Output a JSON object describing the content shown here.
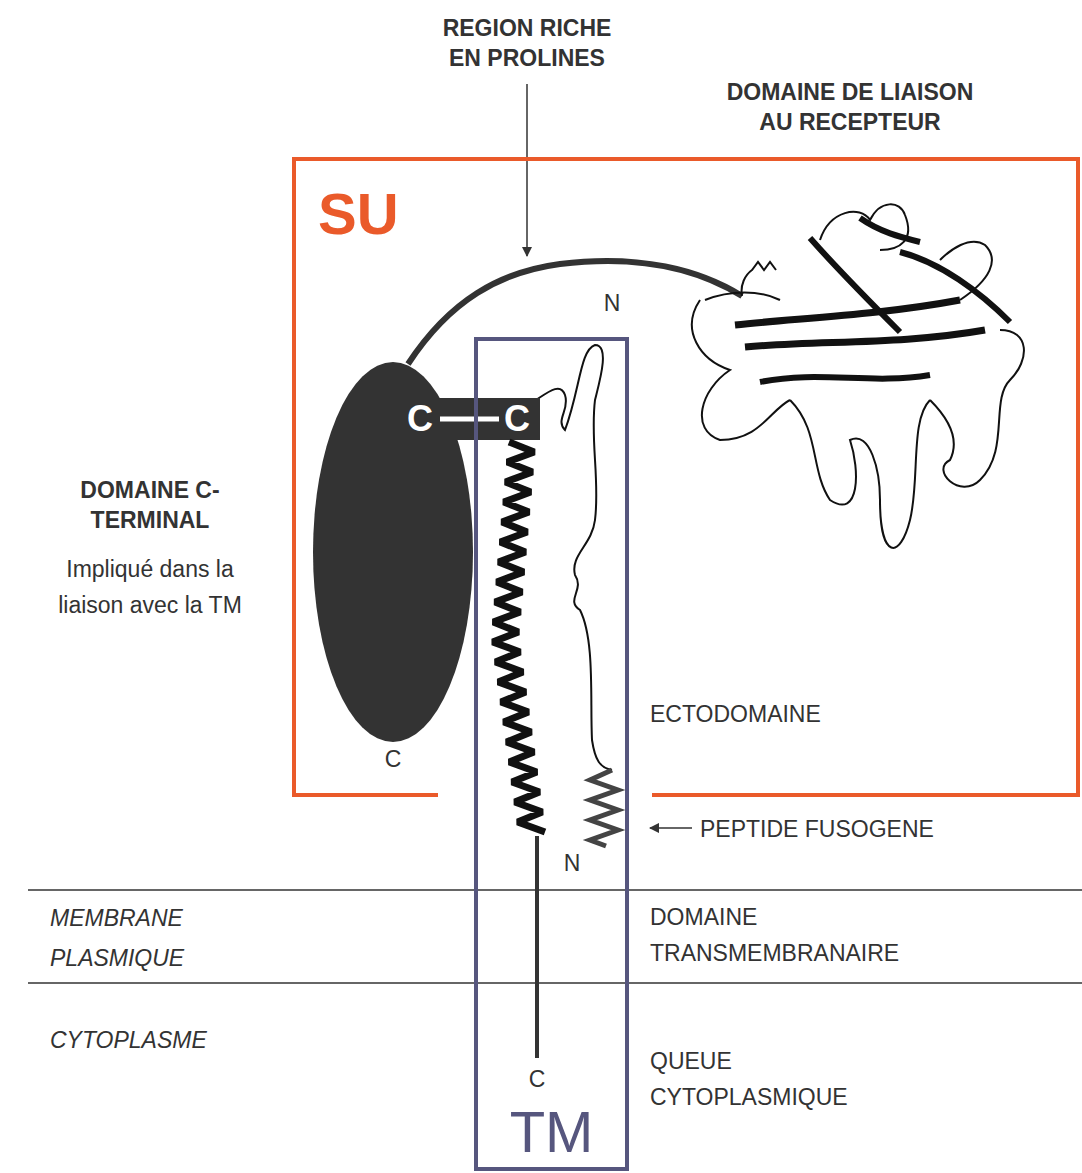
{
  "diagram": {
    "nodes": [
      {
        "text": [
          "SU"
        ]
      },
      {
        "text": [
          "TM"
        ]
      }
    ],
    "labels": [
      "REGION RICHE EN PROLINES",
      "DOMAINE DE LIAISON AU RECEPTEUR",
      "N",
      "C",
      "C",
      "DOMAINE C-TERMINAL",
      "Impliqué dans la liaison avec la TM",
      "C",
      "ECTODOMAINE",
      "N",
      "PEPTIDE FUSOGENE",
      "MEMBRANE PLASMIQUE",
      "DOMAINE TRANSMEMBRANAIRE",
      "CYTOPLASME",
      "C",
      "QUEUE CYTOPLASMIQUE"
    ]
  }
}
